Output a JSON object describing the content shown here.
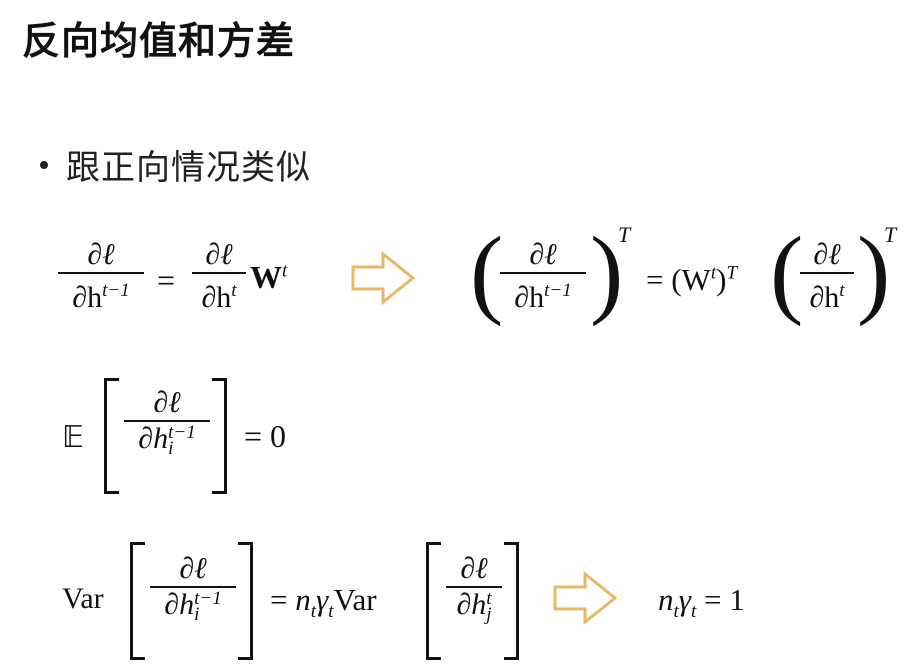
{
  "title": "反向均值和方差",
  "bullet": "跟正向情况类似",
  "colors": {
    "arrow": "#E7B865",
    "text": "#111111"
  },
  "icons": [
    "hollow-right-arrow-icon"
  ],
  "eq1": {
    "lhs_num": "∂ℓ",
    "lhs_den_base": "∂h",
    "lhs_den_sup": "t−1",
    "eq": "=",
    "rhs_num": "∂ℓ",
    "rhs_den_base": "∂h",
    "rhs_den_sup": "t",
    "rhs_W": "W",
    "rhs_W_sup": "t"
  },
  "eq2": {
    "num": "∂ℓ",
    "den_base": "∂h",
    "den_sup": "t−1",
    "outer_sup": "T",
    "eq": "= (W",
    "w_sup": "t",
    "close": ")",
    "T_sup": "T",
    "num2": "∂ℓ",
    "den2_base": "∂h",
    "den2_sup": "t",
    "outer_sup2": "T"
  },
  "eq3": {
    "E": "𝔼",
    "num": "∂ℓ",
    "den_base": "∂h",
    "den_sub": "i",
    "den_sup": "t−1",
    "rhs": "= 0"
  },
  "eq4": {
    "var": "Var",
    "num": "∂ℓ",
    "den_base": "∂h",
    "den_sub": "i",
    "den_sup": "t−1",
    "mid_n": "n",
    "mid_n_sub": "t",
    "mid_g": "γ",
    "mid_g_sub": "t",
    "mid_var": "Var",
    "eq": "=",
    "num2": "∂ℓ",
    "den2_base": "∂h",
    "den2_sub": "j",
    "den2_sup": "t",
    "res_n": "n",
    "res_n_sub": "t",
    "res_g": "γ",
    "res_g_sub": "t",
    "res_rhs": "= 1"
  }
}
